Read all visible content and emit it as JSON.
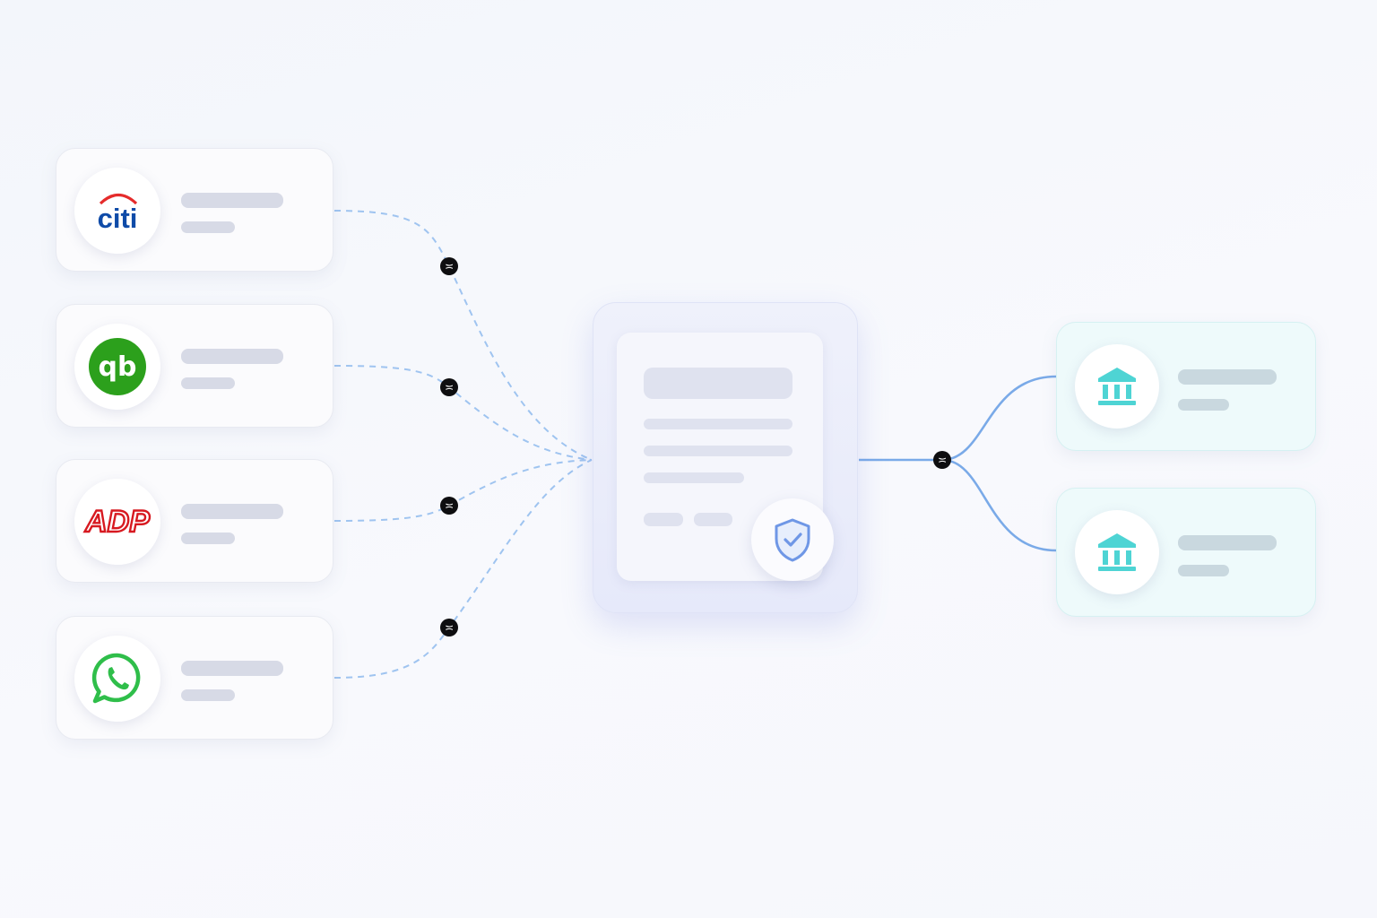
{
  "sources": [
    {
      "name": "citi",
      "logo_text": "citi",
      "logo_color": "#0f4ba8",
      "arc_color": "#e52b2b"
    },
    {
      "name": "quickbooks",
      "logo_text": "qb",
      "logo_color": "#2ca01c"
    },
    {
      "name": "adp",
      "logo_text": "ADP",
      "logo_color": "#d71920"
    },
    {
      "name": "whatsapp",
      "logo_color": "#2fbe4a"
    }
  ],
  "destinations": [
    {
      "name": "bank-1",
      "icon": "bank-icon",
      "icon_color": "#4ed4d4"
    },
    {
      "name": "bank-2",
      "icon": "bank-icon",
      "icon_color": "#4ed4d4"
    }
  ],
  "hub": {
    "badge_icon": "shield-check-icon",
    "badge_color": "#6f97e6"
  },
  "connector": {
    "glyph": "≍",
    "line_color": "#8cbaf0",
    "solid_color": "#7aaae8"
  }
}
